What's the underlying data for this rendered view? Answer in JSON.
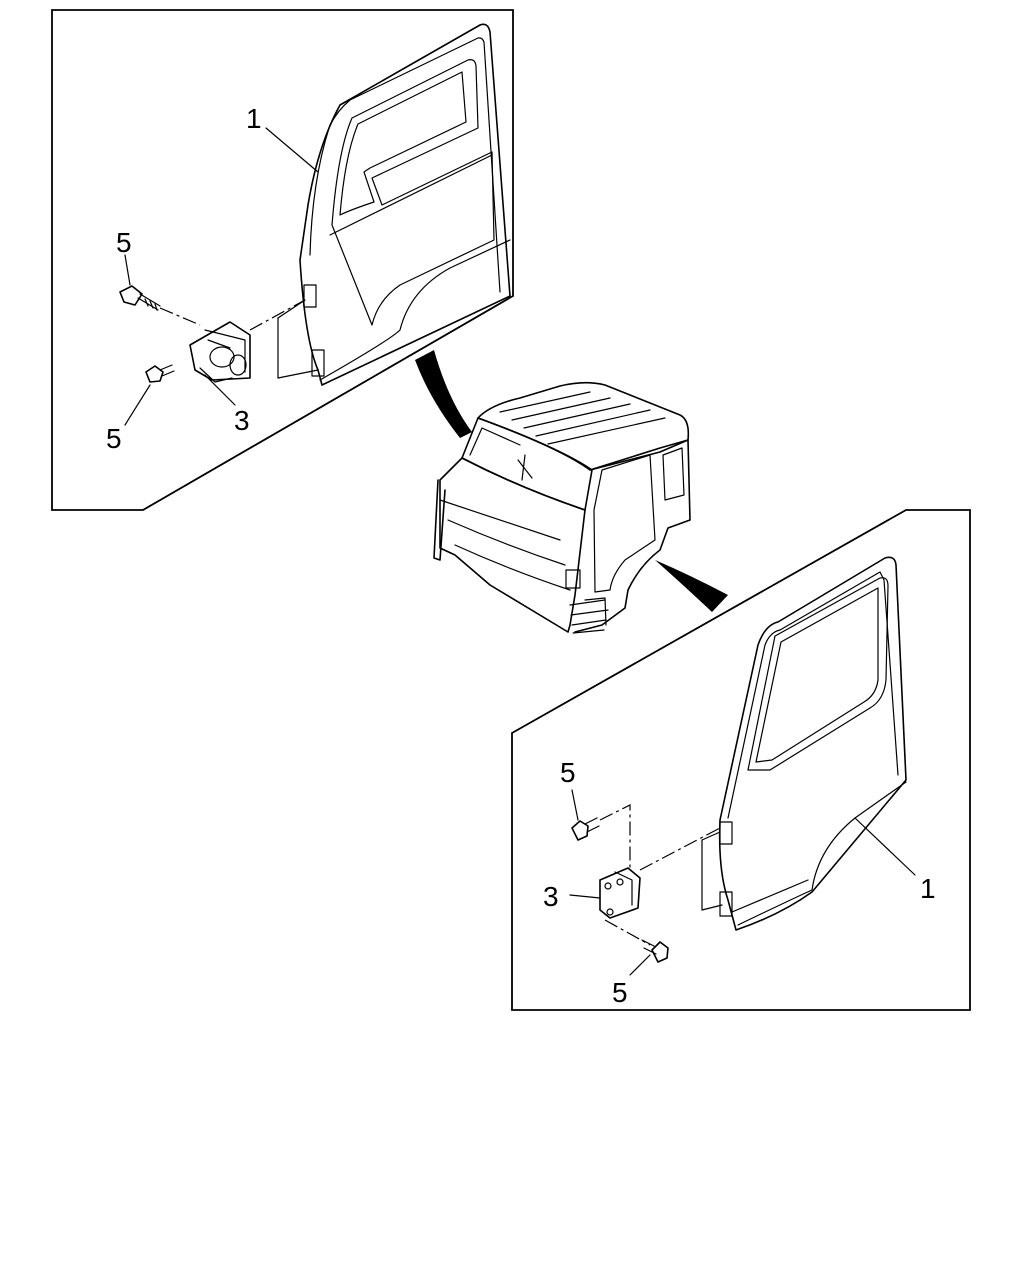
{
  "callouts": {
    "left_door": "1",
    "left_bolt_upper": "5",
    "left_bolt_lower": "5",
    "left_hinge": "3",
    "right_door": "1",
    "right_bolt_upper": "5",
    "right_bolt_lower": "5",
    "right_hinge": "3"
  }
}
